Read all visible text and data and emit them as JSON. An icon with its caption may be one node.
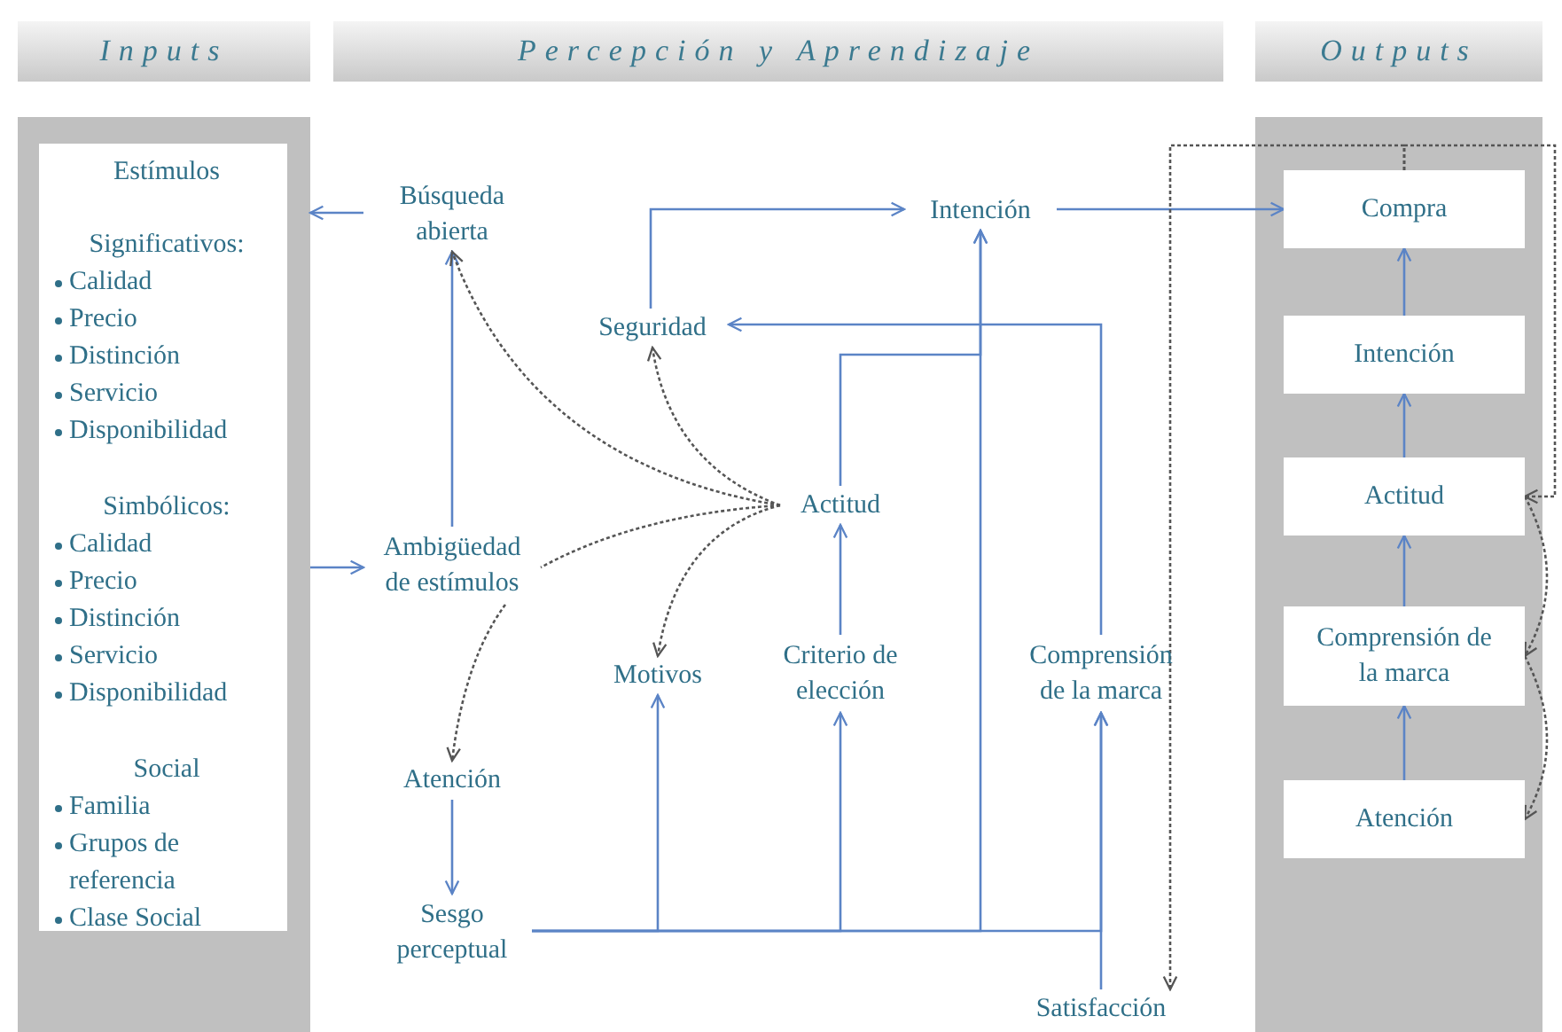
{
  "diagram": {
    "nodes": [
      {
        "text": [
          "Inputs"
        ]
      },
      {
        "text": [
          "Percepción y Aprendizaje"
        ]
      },
      {
        "text": [
          "Outputs"
        ]
      },
      {
        "text": [],
        "shape": "box"
      },
      {
        "text": [
          "Estímulos",
          "Significativos:",
          "Calidad",
          "Precio",
          "Distinción",
          "Servicio",
          "Disponibilidad",
          "Simbólicos:",
          "Calidad",
          "Precio",
          "Distinción",
          "Servicio",
          "Disponibilidad",
          "Social",
          "Familia",
          "Grupos de referencia",
          "Clase Social"
        ],
        "in": 3
      },
      {
        "text": [
          "Búsqueda abierta"
        ]
      },
      {
        "text": [
          "Intención"
        ]
      },
      {
        "text": [
          "Seguridad"
        ]
      },
      {
        "text": [
          "Actitud"
        ]
      },
      {
        "text": [
          "Ambigüedad de estímulos"
        ]
      },
      {
        "text": [
          "Motivos"
        ]
      },
      {
        "text": [
          "Criterio de elección"
        ]
      },
      {
        "text": [
          "Comprensión de la marca"
        ]
      },
      {
        "text": [
          "Atención"
        ]
      },
      {
        "text": [
          "Sesgo perceptual"
        ]
      },
      {
        "text": [
          "Satisfacción"
        ]
      },
      {
        "text": [],
        "shape": "box"
      },
      {
        "text": [
          "Compra"
        ],
        "in": 16
      },
      {
        "text": [
          "Intención"
        ],
        "in": 16
      },
      {
        "text": [
          "Actitud"
        ],
        "in": 16
      },
      {
        "text": [
          "Comprensión de la marca"
        ],
        "in": 16
      },
      {
        "text": [
          "Atención"
        ],
        "in": 16
      }
    ],
    "edges": [
      {
        "from": 5,
        "to": 3,
        "arrow": "to"
      },
      {
        "from": 9,
        "to": 5,
        "arrow": "to"
      },
      {
        "from": 3,
        "to": 9,
        "arrow": "to"
      },
      {
        "from": 7,
        "to": 6,
        "arrow": "to"
      },
      {
        "from": 6,
        "to": 17,
        "arrow": "to"
      },
      {
        "from": 12,
        "to": 7,
        "arrow": "to"
      },
      {
        "from": 8,
        "to": 6,
        "arrow": "to"
      },
      {
        "from": 11,
        "to": 8,
        "arrow": "to"
      },
      {
        "from": 13,
        "to": 14,
        "arrow": "to"
      },
      {
        "from": 14,
        "to": 10,
        "arrow": "to"
      },
      {
        "from": 14,
        "to": 11,
        "arrow": "to"
      },
      {
        "from": 14,
        "to": 6,
        "arrow": "to"
      },
      {
        "from": 14,
        "to": 12,
        "arrow": "to"
      },
      {
        "from": 15,
        "to": 12,
        "arrow": "to"
      },
      {
        "from": 21,
        "to": 20,
        "arrow": "to"
      },
      {
        "from": 20,
        "to": 19,
        "arrow": "to"
      },
      {
        "from": 19,
        "to": 18,
        "arrow": "to"
      },
      {
        "from": 18,
        "to": 17,
        "arrow": "to"
      },
      {
        "from": 8,
        "to": 5,
        "arrow": "to",
        "style": "dashed",
        "color": "#555555"
      },
      {
        "from": 8,
        "to": 7,
        "arrow": "to",
        "style": "dashed",
        "color": "#555555"
      },
      {
        "from": 8,
        "to": 10,
        "arrow": "to",
        "style": "dashed",
        "color": "#555555"
      },
      {
        "from": 8,
        "to": 9,
        "arrow": "none",
        "style": "dashed",
        "color": "#555555"
      },
      {
        "from": 9,
        "to": 13,
        "arrow": "to",
        "style": "dashed",
        "color": "#555555"
      },
      {
        "from": 17,
        "to": 15,
        "arrow": "to",
        "style": "dashed",
        "color": "#555555"
      },
      {
        "from": 17,
        "to": 19,
        "arrow": "to",
        "style": "dashed",
        "color": "#555555"
      },
      {
        "from": 19,
        "to": 20,
        "arrow": "to",
        "style": "dashed",
        "color": "#555555"
      },
      {
        "from": 20,
        "to": 21,
        "arrow": "to",
        "style": "dashed",
        "color": "#555555"
      }
    ]
  }
}
